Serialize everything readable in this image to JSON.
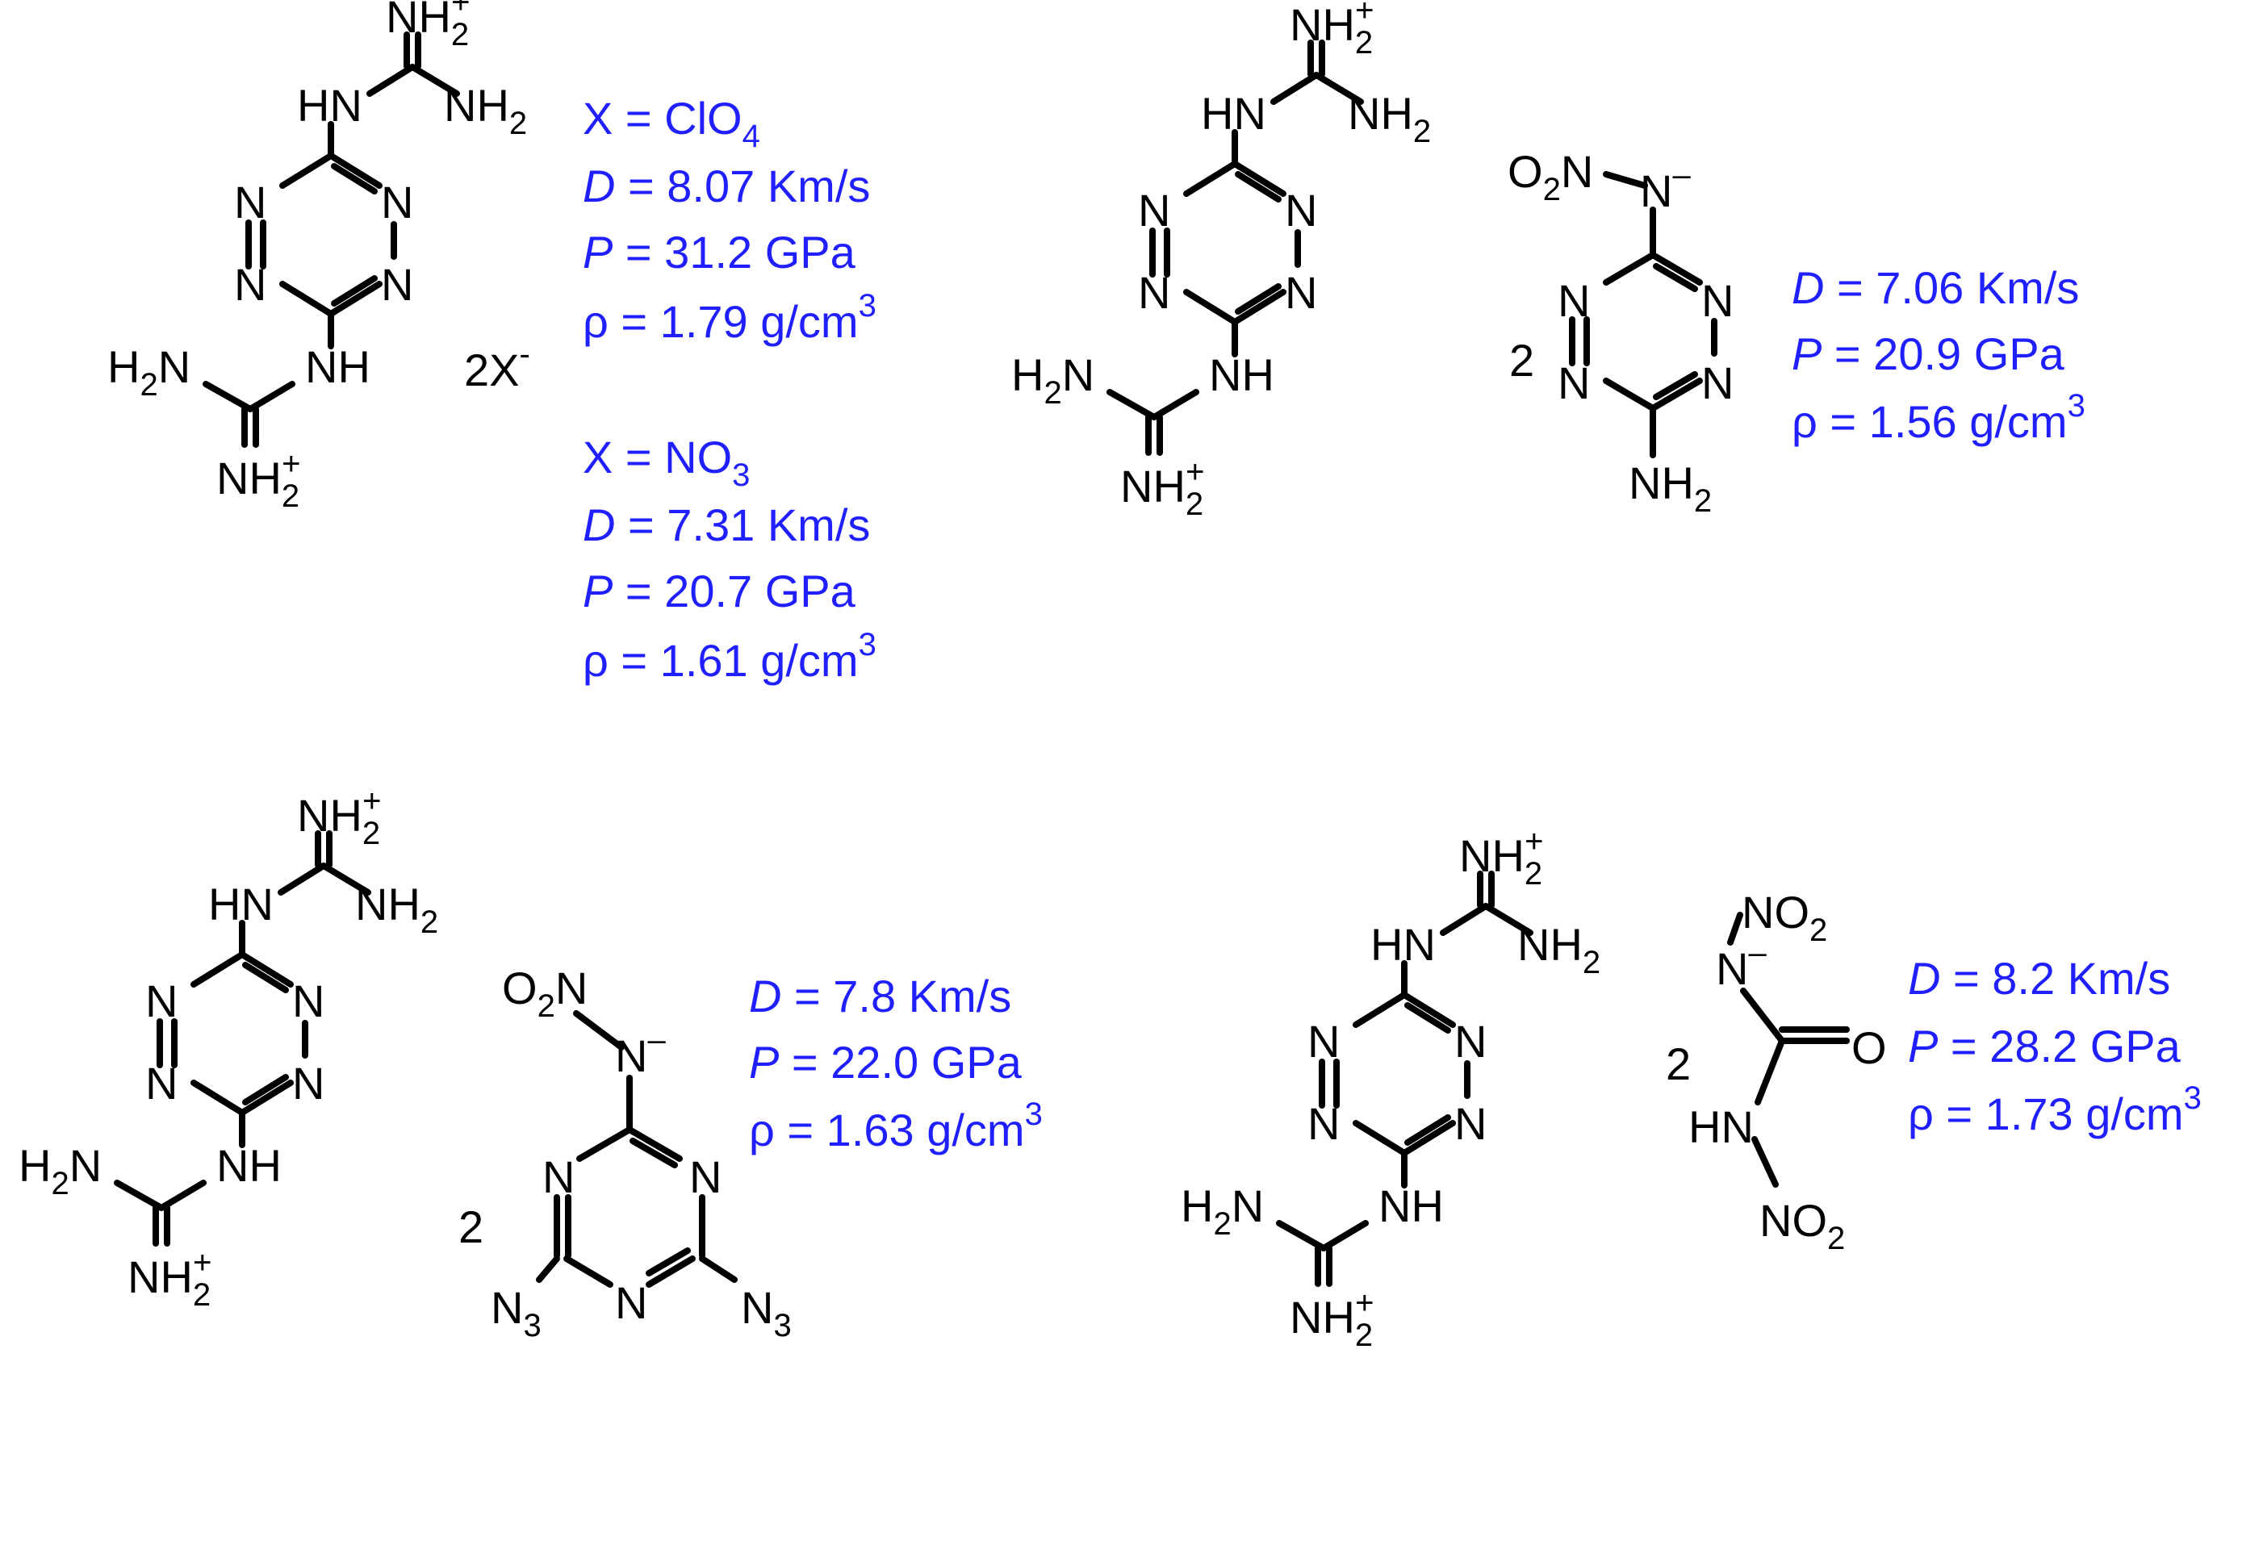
{
  "colors": {
    "property_text": "#1f1fff",
    "structure": "#000000"
  },
  "labels": {
    "nh2_plus": "NH",
    "nh2_plus_sub": "2",
    "nh2_plus_sup": "+",
    "hn": "HN",
    "nh": "NH",
    "nh2": "NH",
    "nh2_sub": "2",
    "h2n_h": "H",
    "h2n_sub": "2",
    "h2n_n": "N",
    "n": "N",
    "o2n_o": "O",
    "o2n_sub": "2",
    "o2n_n": "N",
    "n_minus": "N",
    "n_minus_sup": "–",
    "no2_n": "NO",
    "no2_sub": "2",
    "o": "O",
    "n3": "N",
    "n3_sub": "3",
    "counter_2x": "2X",
    "counter_2x_sup": "-",
    "two": "2"
  },
  "properties": {
    "perchlorate": {
      "x_prefix": "X = ClO",
      "x_sub": "4",
      "d_symbol": "D",
      "d_value": " = 8.07 Km/s",
      "p_symbol": "P",
      "p_value": " = 31.2 GPa",
      "rho": "ρ = 1.79 g/cm",
      "rho_sup": "3"
    },
    "nitrate": {
      "x_prefix": "X = NO",
      "x_sub": "3",
      "d_symbol": "D",
      "d_value": " = 7.31 Km/s",
      "p_symbol": "P",
      "p_value": " = 20.7 GPa",
      "rho": "ρ = 1.61 g/cm",
      "rho_sup": "3"
    },
    "nitroamino_aminotetrazine": {
      "d_symbol": "D",
      "d_value": " = 7.06 Km/s",
      "p_symbol": "P",
      "p_value": " = 20.9 GPa",
      "rho": "ρ = 1.56 g/cm",
      "rho_sup": "3"
    },
    "diazido_triazine": {
      "d_symbol": "D",
      "d_value": " = 7.8 Km/s",
      "p_symbol": "P",
      "p_value": " = 22.0 GPa",
      "rho": "ρ = 1.63 g/cm",
      "rho_sup": "3"
    },
    "dinitrourea": {
      "d_symbol": "D",
      "d_value": " = 8.2 Km/s",
      "p_symbol": "P",
      "p_value": " = 28.2 GPa",
      "rho": "ρ = 1.73 g/cm",
      "rho_sup": "3"
    }
  }
}
